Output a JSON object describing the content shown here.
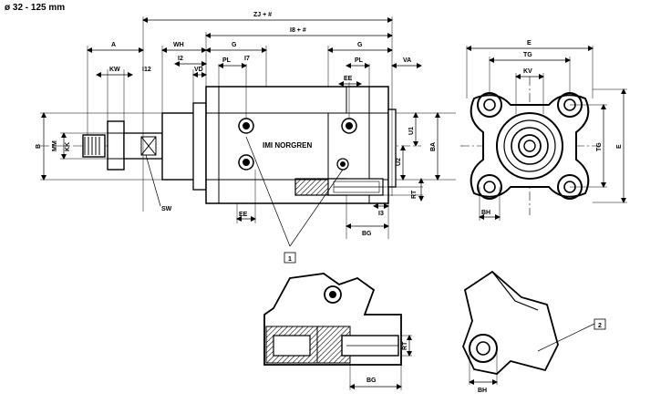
{
  "title": "ø 32 - 125 mm",
  "brand": "IMI NORGREN",
  "dims": {
    "A": "A",
    "WH": "WH",
    "G": "G",
    "ZJ": "ZJ + #",
    "I8": "I8 + #",
    "KW": "KW",
    "I12": "I12",
    "I2": "I2",
    "PL": "PL",
    "I7": "I7",
    "VD": "VD",
    "VA": "VA",
    "EE": "EE",
    "B": "B",
    "MM": "MM",
    "KK": "KK",
    "U1": "U1",
    "U2": "U2",
    "BA": "BA",
    "RT": "RT",
    "I3": "I3",
    "BG": "BG",
    "SW": "SW",
    "E": "E",
    "TG": "TG",
    "KV": "KV",
    "BH": "BH"
  },
  "callouts": {
    "c1": "1",
    "c2": "2"
  }
}
